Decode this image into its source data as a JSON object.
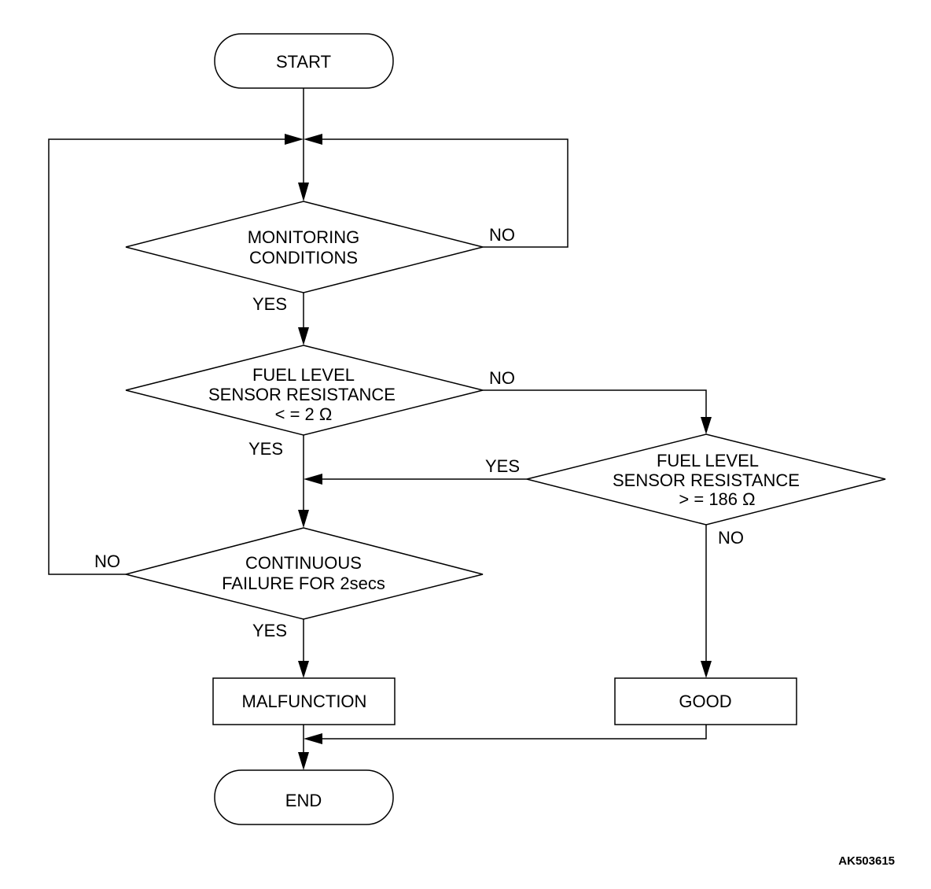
{
  "nodes": {
    "start": "START",
    "monitoring": [
      "MONITORING",
      "CONDITIONS"
    ],
    "low_check": [
      "FUEL LEVEL",
      "SENSOR RESISTANCE",
      "< = 2 Ω"
    ],
    "high_check": [
      "FUEL LEVEL",
      "SENSOR RESISTANCE",
      "> = 186 Ω"
    ],
    "continuous": [
      "CONTINUOUS",
      "FAILURE FOR 2secs"
    ],
    "malfunction": "MALFUNCTION",
    "good": "GOOD",
    "end": "END"
  },
  "edge_labels": {
    "monitoring_no": "NO",
    "monitoring_yes": "YES",
    "low_no": "NO",
    "low_yes": "YES",
    "high_yes": "YES",
    "high_no": "NO",
    "continuous_no": "NO",
    "continuous_yes": "YES"
  },
  "figure_id": "AK503615"
}
